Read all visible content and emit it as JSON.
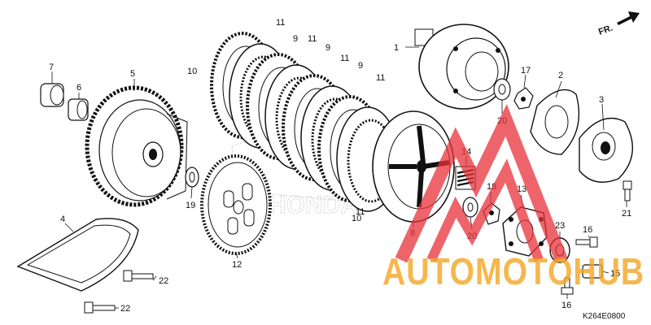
{
  "diagram": {
    "direction_label": "FR.",
    "diagram_code": "K264E0800",
    "callouts": [
      {
        "id": "c1",
        "text": "1"
      },
      {
        "id": "c2",
        "text": "2"
      },
      {
        "id": "c3",
        "text": "3"
      },
      {
        "id": "c4",
        "text": "4"
      },
      {
        "id": "c5",
        "text": "5"
      },
      {
        "id": "c6",
        "text": "6"
      },
      {
        "id": "c7",
        "text": "7"
      },
      {
        "id": "c8",
        "text": "8"
      },
      {
        "id": "c9a",
        "text": "9"
      },
      {
        "id": "c9b",
        "text": "9"
      },
      {
        "id": "c9c",
        "text": "9"
      },
      {
        "id": "c10a",
        "text": "10"
      },
      {
        "id": "c10b",
        "text": "10"
      },
      {
        "id": "c11a",
        "text": "11"
      },
      {
        "id": "c11b",
        "text": "11"
      },
      {
        "id": "c11c",
        "text": "11"
      },
      {
        "id": "c11d",
        "text": "11"
      },
      {
        "id": "c11e",
        "text": "11"
      },
      {
        "id": "c12",
        "text": "12"
      },
      {
        "id": "c13",
        "text": "13"
      },
      {
        "id": "c14",
        "text": "14"
      },
      {
        "id": "c15",
        "text": "15"
      },
      {
        "id": "c16a",
        "text": "16"
      },
      {
        "id": "c16b",
        "text": "16"
      },
      {
        "id": "c17",
        "text": "17"
      },
      {
        "id": "c18",
        "text": "18"
      },
      {
        "id": "c19",
        "text": "19"
      },
      {
        "id": "c20a",
        "text": "20"
      },
      {
        "id": "c20b",
        "text": "20"
      },
      {
        "id": "c21",
        "text": "21"
      },
      {
        "id": "c22a",
        "text": "22"
      },
      {
        "id": "c22b",
        "text": "22"
      },
      {
        "id": "c23",
        "text": "23"
      }
    ]
  },
  "watermark": {
    "text": "AUTOMOTOHUB",
    "stamp_text": "HONDA",
    "colors": {
      "red": "#e8303a",
      "orange": "#f5a623",
      "grey": "#9a9a9a"
    }
  }
}
